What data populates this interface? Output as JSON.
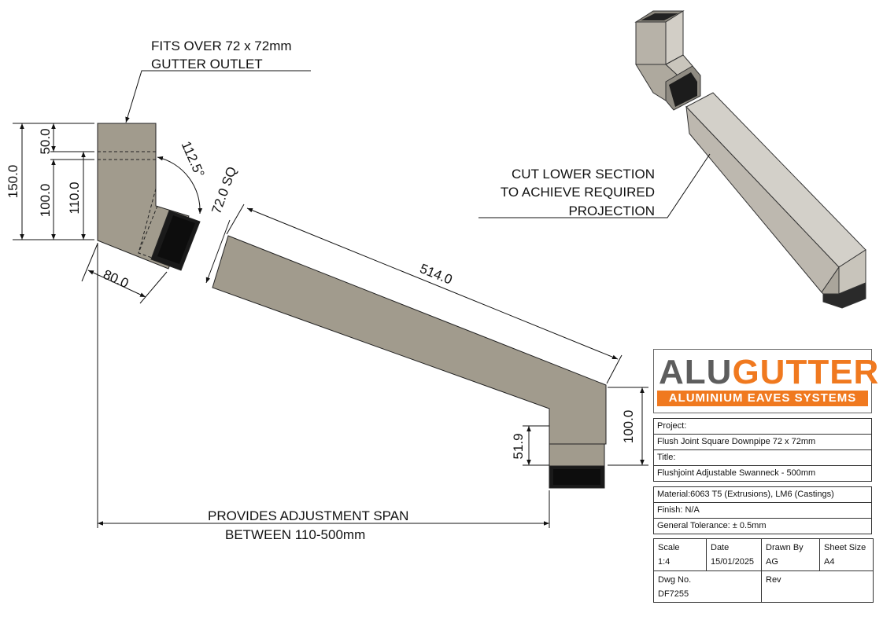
{
  "annotations": {
    "gutter_note_line1": "FITS OVER 72 x 72mm",
    "gutter_note_line2": "GUTTER OUTLET",
    "cut_note_line1": "CUT LOWER SECTION",
    "cut_note_line2": "TO ACHIEVE REQUIRED",
    "cut_note_line3": "PROJECTION",
    "span_note_line1": "PROVIDES ADJUSTMENT SPAN",
    "span_note_line2": "BETWEEN 110-500mm"
  },
  "dimensions": {
    "overall_height": "150.0",
    "socket_depth": "50.0",
    "elbow_height_100": "100.0",
    "elbow_height_110": "110.0",
    "elbow_angle": "112.5°",
    "section_size": "72.0 SQ",
    "offset_80": "80.0",
    "pipe_length": "514.0",
    "outlet_height": "51.9",
    "end_height": "100.0"
  },
  "title_block": {
    "logo_main_1": "ALU",
    "logo_main_2": "GUTTER",
    "logo_tagline": "ALUMINIUM EAVES SYSTEMS",
    "project_label": "Project:",
    "project_value": "Flush Joint Square Downpipe 72 x 72mm",
    "title_label": "Title:",
    "title_value": "Flushjoint Adjustable Swanneck - 500mm",
    "material": "Material:6063 T5 (Extrusions), LM6 (Castings)",
    "finish": "Finish: N/A",
    "tolerance": "General Tolerance: ± 0.5mm",
    "scale_label": "Scale",
    "scale_value": "1:4",
    "date_label": "Date",
    "date_value": "15/01/2025",
    "drawn_label": "Drawn By",
    "drawn_value": "AG",
    "sheet_label": "Sheet Size",
    "sheet_value": "A4",
    "dwg_label": "Dwg No.",
    "dwg_value": "DF7255",
    "rev_label": "Rev",
    "rev_value": ""
  },
  "colors": {
    "part_fill": "#a19b8d",
    "part_dark": "#1a1a1a",
    "brand_orange": "#f0791f",
    "brand_grey": "#5d5d5d",
    "line": "#111111"
  }
}
